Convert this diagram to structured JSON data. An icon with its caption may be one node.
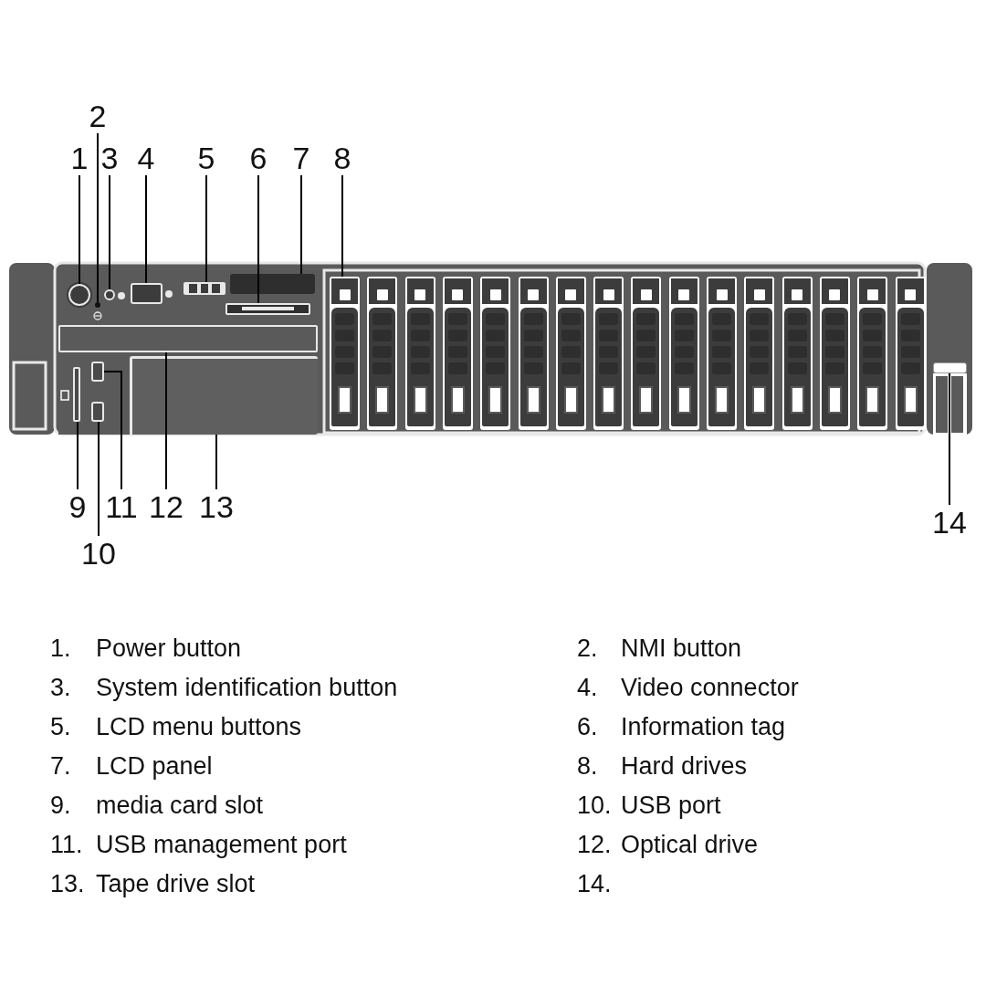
{
  "diagram": {
    "nodes": [
      {
        "text": [
          "1"
        ]
      },
      {
        "text": [
          "2"
        ]
      },
      {
        "text": [
          "3"
        ]
      },
      {
        "text": [
          "4"
        ]
      },
      {
        "text": [
          "5"
        ]
      },
      {
        "text": [
          "6"
        ]
      },
      {
        "text": [
          "7"
        ]
      },
      {
        "text": [
          "8"
        ]
      },
      {
        "text": [
          "9"
        ]
      },
      {
        "text": [
          "10"
        ]
      },
      {
        "text": [
          "11"
        ]
      },
      {
        "text": [
          "12"
        ]
      },
      {
        "text": [
          "13"
        ]
      },
      {
        "text": [
          "14"
        ]
      },
      {
        "text": [],
        "shape": "circle"
      },
      {
        "text": [],
        "shape": "circle"
      },
      {
        "text": [],
        "shape": "circle"
      },
      {
        "text": [],
        "shape": "box"
      },
      {
        "text": [],
        "shape": "bar"
      },
      {
        "text": [],
        "shape": "bar"
      },
      {
        "text": [],
        "shape": "box"
      },
      {
        "text": [],
        "shape": "box"
      },
      {
        "text": [],
        "shape": "bar"
      },
      {
        "text": [],
        "shape": "box"
      },
      {
        "text": [],
        "shape": "box"
      },
      {
        "text": [],
        "shape": "bar"
      },
      {
        "text": [],
        "shape": "box"
      },
      {
        "text": [],
        "shape": "box"
      },
      {
        "text": [],
        "shape": "box"
      },
      {
        "text": [],
        "shape": "box"
      },
      {
        "text": [],
        "shape": "box"
      },
      {
        "text": [],
        "shape": "box"
      },
      {
        "text": [],
        "shape": "box"
      },
      {
        "text": [],
        "shape": "box"
      },
      {
        "text": [],
        "shape": "box"
      },
      {
        "text": [],
        "shape": "box"
      },
      {
        "text": [],
        "shape": "box"
      },
      {
        "text": [],
        "shape": "box"
      },
      {
        "text": [],
        "shape": "box"
      },
      {
        "text": [],
        "shape": "box"
      },
      {
        "text": [],
        "shape": "box"
      },
      {
        "text": [],
        "shape": "box"
      },
      {
        "text": [],
        "shape": "box"
      }
    ],
    "edges": [
      {
        "from": 0,
        "to": 14,
        "arrow": "none"
      },
      {
        "from": 1,
        "to": 15,
        "arrow": "none"
      },
      {
        "from": 2,
        "to": 16,
        "arrow": "none"
      },
      {
        "from": 3,
        "to": 17,
        "arrow": "none"
      },
      {
        "from": 4,
        "to": 18,
        "arrow": "none"
      },
      {
        "from": 5,
        "to": 19,
        "arrow": "none"
      },
      {
        "from": 6,
        "to": 20,
        "arrow": "none"
      },
      {
        "from": 7,
        "to": 21,
        "arrow": "none"
      },
      {
        "from": 8,
        "to": 22,
        "arrow": "none"
      },
      {
        "from": 9,
        "to": 23,
        "arrow": "none"
      },
      {
        "from": 10,
        "to": 24,
        "arrow": "none"
      },
      {
        "from": 11,
        "to": 25,
        "arrow": "none"
      },
      {
        "from": 12,
        "to": 26,
        "arrow": "none"
      },
      {
        "from": 13,
        "to": 27,
        "arrow": "none"
      }
    ],
    "labels": [
      "1.",
      "Power button",
      "2.",
      "NMI button",
      "3.",
      "System identification button",
      "4.",
      "Video connector",
      "5.",
      "LCD menu buttons",
      "6.",
      "Information tag",
      "7.",
      "LCD panel",
      "8.",
      "Hard drives",
      "9.",
      "media card slot",
      "10.",
      "USB port",
      "11.",
      "USB management port",
      "12.",
      "Optical drive",
      "13.",
      "Tape drive slot",
      "14."
    ]
  }
}
